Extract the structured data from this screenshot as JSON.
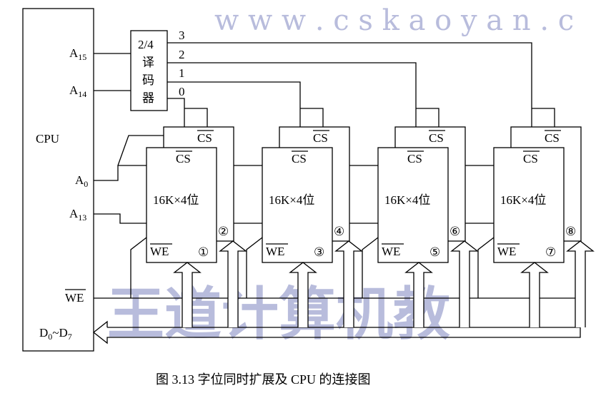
{
  "cpu": {
    "label": "CPU",
    "pins": {
      "a15": "A",
      "a15_sub": "15",
      "a14": "A",
      "a14_sub": "14",
      "a0": "A",
      "a0_sub": "0",
      "a13": "A",
      "a13_sub": "13",
      "we": "WE",
      "data": "D",
      "data_sub0": "0",
      "data_tilde": "~D",
      "data_sub7": "7"
    }
  },
  "decoder": {
    "line1": "2/4",
    "line2": "译",
    "line3": "码",
    "line4": "器",
    "outputs": [
      "0",
      "1",
      "2",
      "3"
    ]
  },
  "chips": {
    "size_label": "16K×4位",
    "cs_label": "CS",
    "we_label": "WE",
    "pairs": [
      {
        "front": "①",
        "back": "②"
      },
      {
        "front": "③",
        "back": "④"
      },
      {
        "front": "⑤",
        "back": "⑥"
      },
      {
        "front": "⑦",
        "back": "⑧"
      }
    ]
  },
  "caption": "图 3.13   字位同时扩展及 CPU 的连接图",
  "watermark": {
    "text": "王道计算机教",
    "url": "w w w . c s k a o y a n . c",
    "color": "#7f86c0"
  }
}
